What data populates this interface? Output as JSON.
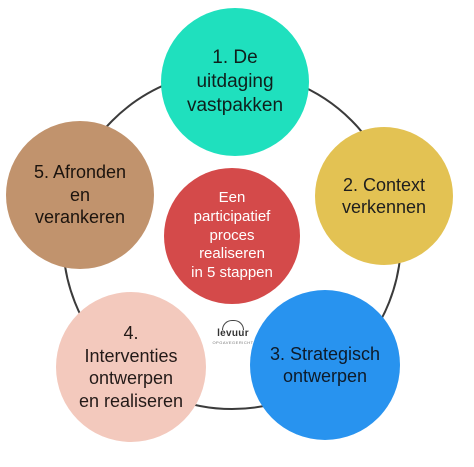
{
  "steps": [
    {
      "lines": [
        "1.  De",
        "uitdaging",
        "vastpakken"
      ],
      "color": "#1fe0be"
    },
    {
      "lines": [
        "2. Context",
        "verkennen"
      ],
      "color": "#e3c253"
    },
    {
      "lines": [
        "3. Strategisch",
        "ontwerpen"
      ],
      "color": "#2893ef"
    },
    {
      "lines": [
        "4.",
        "Interventies",
        "ontwerpen",
        "en realiseren"
      ],
      "color": "#f3c9bd"
    },
    {
      "lines": [
        "5. Afronden",
        "en",
        "verankeren"
      ],
      "color": "#c1936d"
    }
  ],
  "center": {
    "lines": [
      "Een",
      "participatief",
      "proces",
      "realiseren",
      "in 5 stappen"
    ],
    "color": "#d44a4a"
  },
  "logo": {
    "name": "levuur",
    "tagline": "OPGAVEGERICHT"
  }
}
